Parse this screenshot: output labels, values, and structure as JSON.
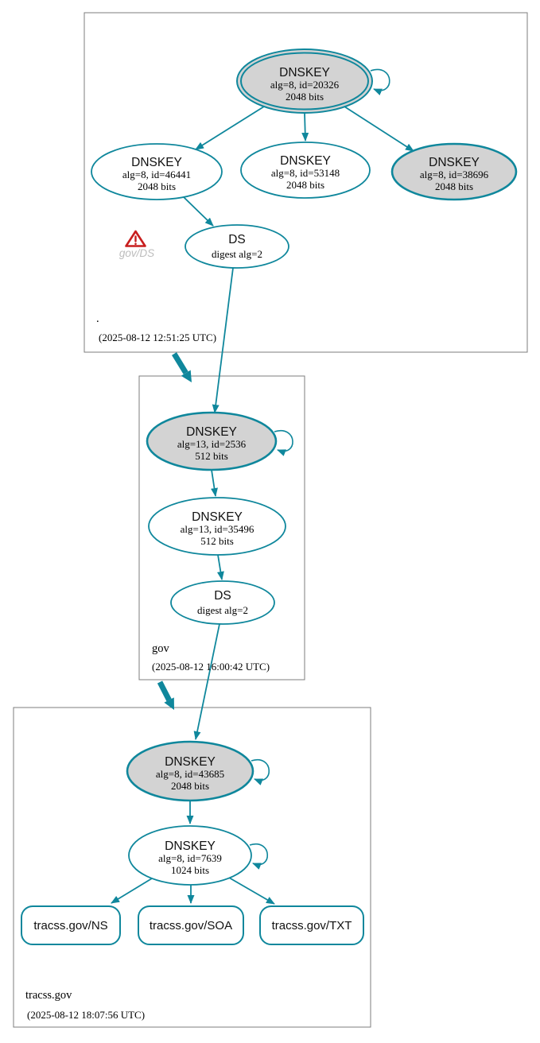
{
  "colors": {
    "secure_teal": "#0f879c",
    "ksk_fill_gray": "#d3d3d3",
    "node_fill_white": "#ffffff",
    "zone_box_border": "#7d7d7d",
    "warning_red": "#c81e1e",
    "caption_gray": "#bdbdbd"
  },
  "zones": {
    "root": {
      "name": ".",
      "timestamp": "(2025-08-12 12:51:25 UTC)",
      "nodes": {
        "ksk": {
          "title": "DNSKEY",
          "alg": "alg=8, id=20326",
          "bits": "2048 bits"
        },
        "zsk1": {
          "title": "DNSKEY",
          "alg": "alg=8, id=46441",
          "bits": "2048 bits"
        },
        "zsk2": {
          "title": "DNSKEY",
          "alg": "alg=8, id=53148",
          "bits": "2048 bits"
        },
        "ksk2": {
          "title": "DNSKEY",
          "alg": "alg=8, id=38696",
          "bits": "2048 bits"
        },
        "ds": {
          "title": "DS",
          "digest": "digest alg=2"
        }
      },
      "warning": {
        "icon": "warning-triangle-icon",
        "caption": "gov/DS"
      }
    },
    "gov": {
      "name": "gov",
      "timestamp": "(2025-08-12 16:00:42 UTC)",
      "nodes": {
        "ksk": {
          "title": "DNSKEY",
          "alg": "alg=13, id=2536",
          "bits": "512 bits"
        },
        "zsk": {
          "title": "DNSKEY",
          "alg": "alg=13, id=35496",
          "bits": "512 bits"
        },
        "ds": {
          "title": "DS",
          "digest": "digest alg=2"
        }
      }
    },
    "tracss": {
      "name": "tracss.gov",
      "timestamp": "(2025-08-12 18:07:56 UTC)",
      "nodes": {
        "ksk": {
          "title": "DNSKEY",
          "alg": "alg=8, id=43685",
          "bits": "2048 bits"
        },
        "zsk": {
          "title": "DNSKEY",
          "alg": "alg=8, id=7639",
          "bits": "1024 bits"
        },
        "rrset_ns": "tracss.gov/NS",
        "rrset_soa": "tracss.gov/SOA",
        "rrset_txt": "tracss.gov/TXT"
      }
    }
  }
}
